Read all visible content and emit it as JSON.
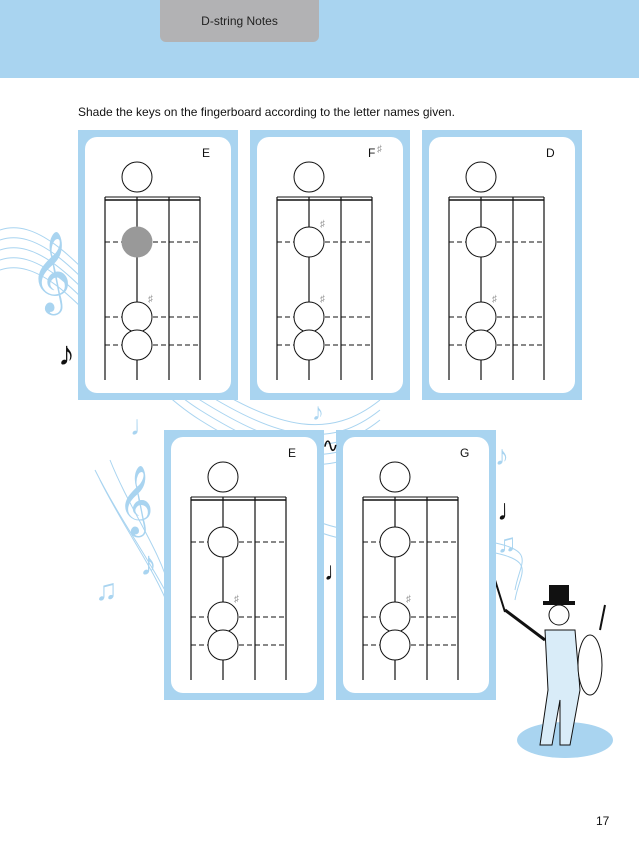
{
  "header": {
    "tab_label": "D-string Notes"
  },
  "instruction": "Shade the keys on the fingerboard according to the letter names given.",
  "cards": [
    {
      "letter": "E",
      "sharp": false,
      "shaded": "first"
    },
    {
      "letter": "F",
      "sharp": true,
      "shaded": "none"
    },
    {
      "letter": "D",
      "sharp": false,
      "shaded": "none"
    },
    {
      "letter": "E",
      "sharp": false,
      "shaded": "none"
    },
    {
      "letter": "G",
      "sharp": false,
      "shaded": "none"
    }
  ],
  "colors": {
    "frame": "#a9d4f0",
    "shade": "#999999",
    "deco": "#a9d4f0"
  },
  "page_number": "17"
}
